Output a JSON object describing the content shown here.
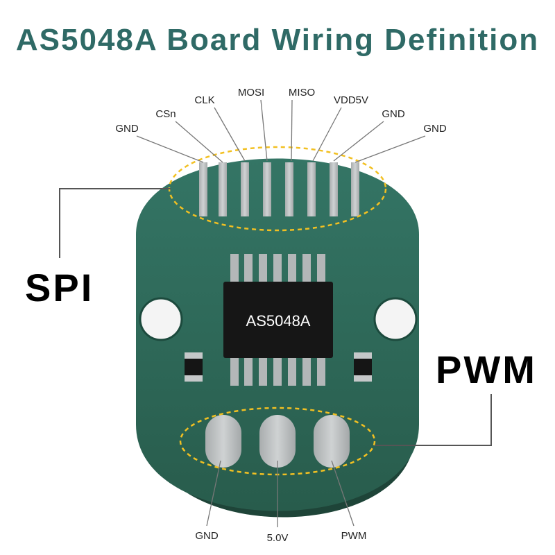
{
  "title": "AS5048A Board Wiring Definition",
  "chip_label": "AS5048A",
  "group_labels": {
    "spi": "SPI",
    "pwm": "PWM"
  },
  "spi_pins": [
    "GND",
    "CSn",
    "CLK",
    "MOSI",
    "MISO",
    "VDD5V",
    "GND",
    "GND"
  ],
  "pwm_pins": [
    "GND",
    "5.0V",
    "PWM"
  ],
  "colors": {
    "title": "#2f6a66",
    "board": "#2e6655",
    "pad": "#b8bcbd",
    "chip": "#161616",
    "highlight": "#f2c022"
  }
}
